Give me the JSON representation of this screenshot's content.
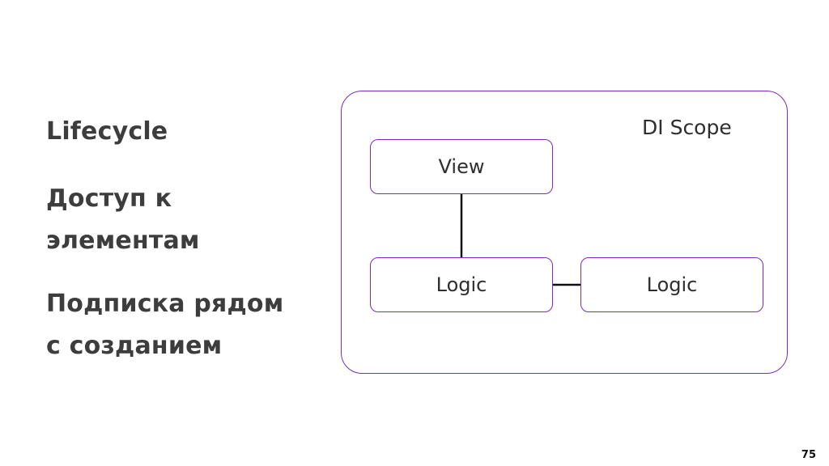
{
  "bullets": [
    "Lifecycle",
    "Доступ к\nэлементам",
    "Подписка рядом\nс созданием"
  ],
  "diagram": {
    "scope_label": "DI Scope",
    "nodes": {
      "view": "View",
      "logic_1": "Logic",
      "logic_2": "Logic"
    },
    "edges": [
      {
        "from": "View",
        "to": "Logic"
      },
      {
        "from": "Logic",
        "to": "Logic"
      }
    ],
    "colors": {
      "border": "#7b2cbf",
      "edge": "#111111"
    }
  },
  "page_number": "75"
}
